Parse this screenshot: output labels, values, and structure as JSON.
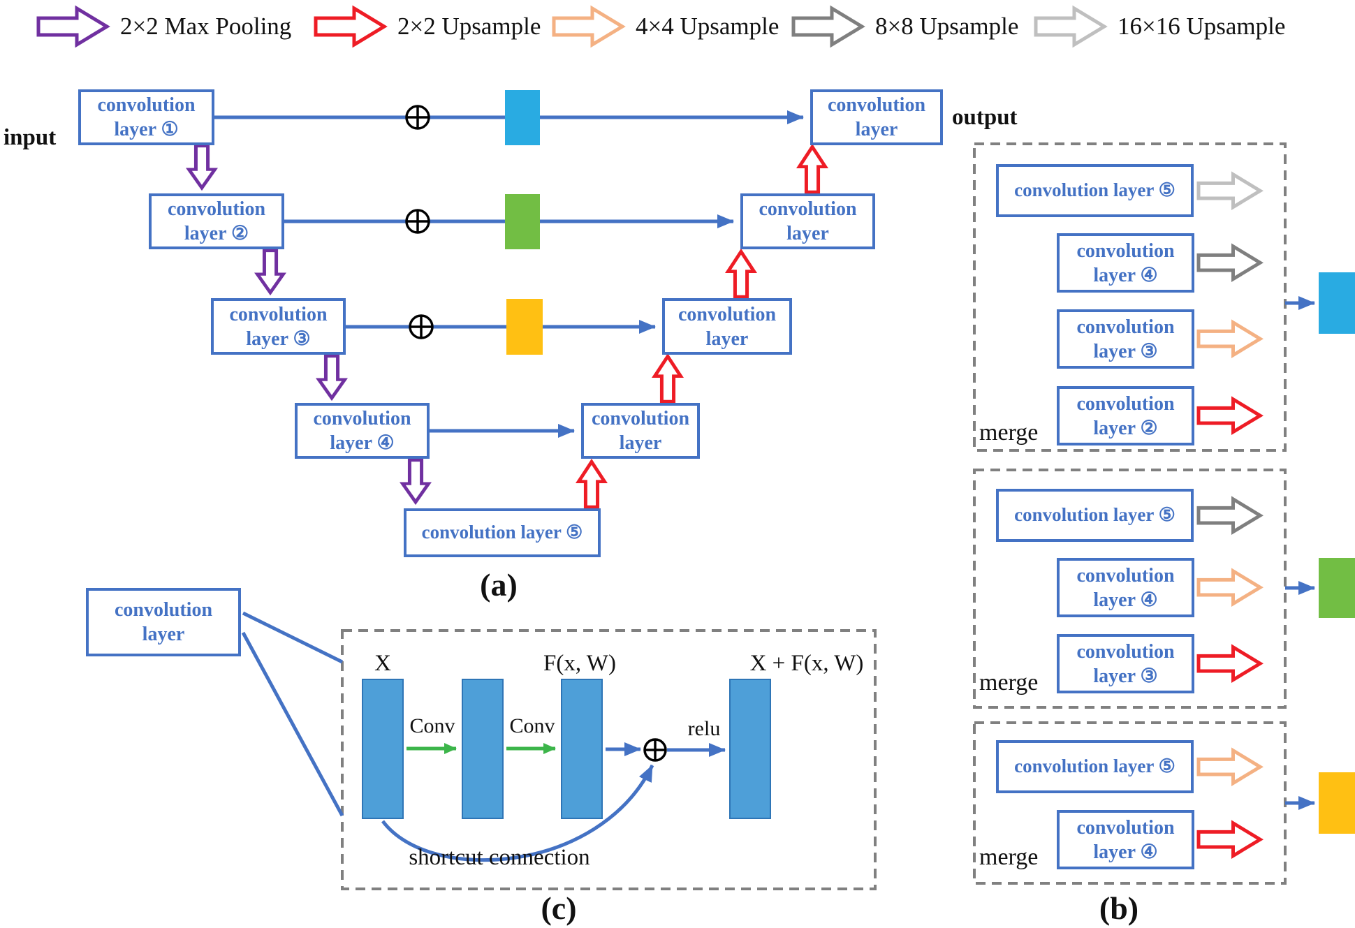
{
  "palette": {
    "box_blue": "#4472C4",
    "purple": "#7030A0",
    "red": "#EE1C25",
    "peach": "#F4B183",
    "dark_gray": "#7F7F7F",
    "light_gray": "#BFBFBF",
    "cyan": "#29ABE2",
    "green": "#72BE44",
    "yellow": "#FFC013",
    "bar_blue": "#4E9FD8",
    "conv_arrow_green": "#3CB54A"
  },
  "legend": {
    "items": [
      {
        "label": "2×2 Max Pooling",
        "icon": "max-pooling-arrow",
        "color": "#7030A0"
      },
      {
        "label": "2×2 Upsample",
        "icon": "upsample-2x2-arrow",
        "color": "#EE1C25"
      },
      {
        "label": "4×4 Upsample",
        "icon": "upsample-4x4-arrow",
        "color": "#F4B183"
      },
      {
        "label": "8×8 Upsample",
        "icon": "upsample-8x8-arrow",
        "color": "#7F7F7F"
      },
      {
        "label": "16×16 Upsample",
        "icon": "upsample-16x16-arrow",
        "color": "#BFBFBF"
      }
    ]
  },
  "panel_a": {
    "caption": "(a)",
    "input_label": "input",
    "output_label": "output",
    "encoder": [
      "convolution layer ①",
      "convolution layer ②",
      "convolution layer ③",
      "convolution layer ④",
      "convolution layer ⑤"
    ],
    "decoder": [
      "convolution layer",
      "convolution layer",
      "convolution layer",
      "convolution layer"
    ]
  },
  "panel_b": {
    "caption": "(b)",
    "groups": [
      {
        "merge_label": "merge",
        "rows": [
          {
            "label": "convolution layer ⑤",
            "arrow": "upsample-16x16",
            "color": "#BFBFBF"
          },
          {
            "label": "convolution layer ④",
            "arrow": "upsample-8x8",
            "color": "#7F7F7F"
          },
          {
            "label": "convolution layer ③",
            "arrow": "upsample-4x4",
            "color": "#F4B183"
          },
          {
            "label": "convolution layer ②",
            "arrow": "upsample-2x2",
            "color": "#EE1C25"
          }
        ],
        "output_color": "#29ABE2"
      },
      {
        "merge_label": "merge",
        "rows": [
          {
            "label": "convolution layer ⑤",
            "arrow": "upsample-8x8",
            "color": "#7F7F7F"
          },
          {
            "label": "convolution layer ④",
            "arrow": "upsample-4x4",
            "color": "#F4B183"
          },
          {
            "label": "convolution layer ③",
            "arrow": "upsample-2x2",
            "color": "#EE1C25"
          }
        ],
        "output_color": "#72BE44"
      },
      {
        "merge_label": "merge",
        "rows": [
          {
            "label": "convolution layer ⑤",
            "arrow": "upsample-4x4",
            "color": "#F4B183"
          },
          {
            "label": "convolution layer ④",
            "arrow": "upsample-2x2",
            "color": "#EE1C25"
          }
        ],
        "output_color": "#FFC013"
      }
    ]
  },
  "panel_c": {
    "caption": "(c)",
    "source_box_label": "convolution layer",
    "x_label": "X",
    "fxw_label": "F(x, W)",
    "sum_label": "X + F(x, W)",
    "conv_label_1": "Conv",
    "conv_label_2": "Conv",
    "relu_label": "relu",
    "shortcut_label": "shortcut connection"
  }
}
